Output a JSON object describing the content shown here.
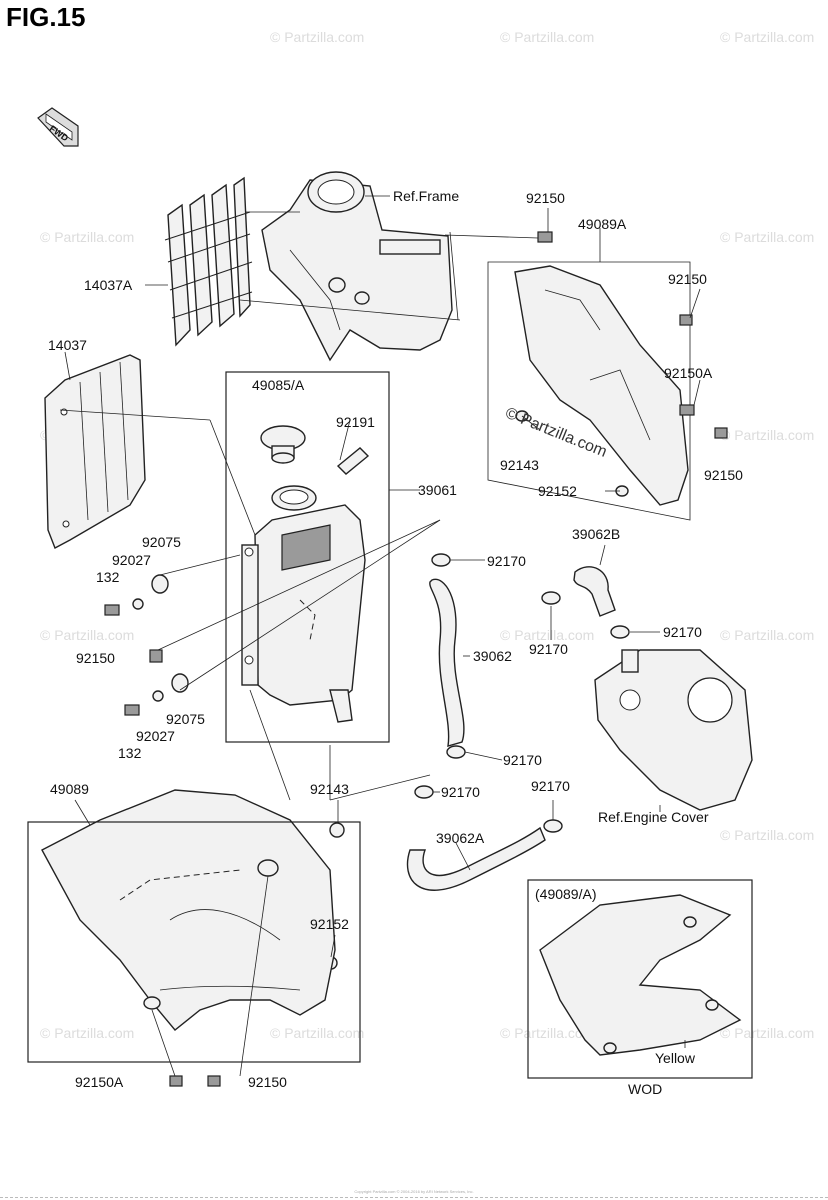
{
  "figure": {
    "title": "FIG.15"
  },
  "direction_badge": "FWD",
  "watermark": "© Partzilla.com",
  "watermark_bold": "© Partzilla.com",
  "callouts": {
    "ref_frame": "Ref.Frame",
    "p92150_top": "92150",
    "p49089A": "49089A",
    "p92150_right1": "92150",
    "p92150A_right": "92150A",
    "p92143_right": "92143",
    "p92150_right2": "92150",
    "p92152_right": "92152",
    "p14037A": "14037A",
    "p14037": "14037",
    "p49085A": "49085/A",
    "p92191": "92191",
    "p39061": "39061",
    "p92075_top": "92075",
    "p92027_top": "92027",
    "p132_top": "132",
    "p92150_left": "92150",
    "p132_bottom": "132",
    "p92027_bottom": "92027",
    "p92075_bottom": "92075",
    "p92170_a": "92170",
    "p39062B": "39062B",
    "p92170_b": "92170",
    "p92170_c": "92170",
    "p39062": "39062",
    "p92170_d": "92170",
    "p92170_e": "92170",
    "p92170_f": "92170",
    "ref_engine_cover": "Ref.Engine Cover",
    "p39062A": "39062A",
    "p49089": "49089",
    "p92143_bottom": "92143",
    "p92152_bottom": "92152",
    "p92150A_bottom": "92150A",
    "p92150_bottom": "92150"
  },
  "inset": {
    "title": "(49089/A)",
    "color_note": "Yellow",
    "caption": "WOD"
  },
  "footer": "Copyright Partzilla.com © 2004-2016 by ARI Network Services, Inc."
}
